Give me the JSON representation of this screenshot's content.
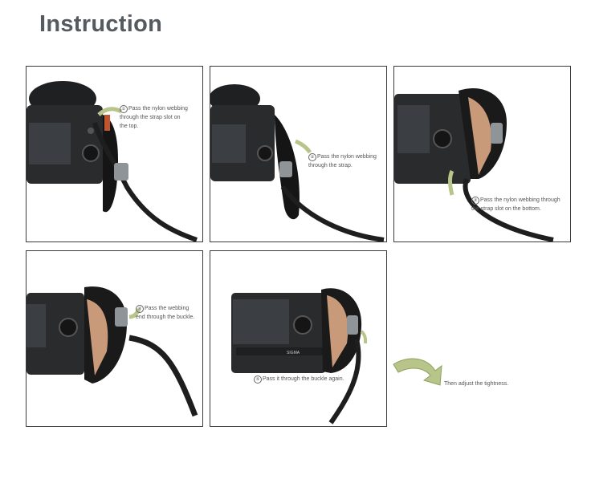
{
  "page": {
    "title": "Instruction"
  },
  "steps": [
    {
      "number": "①",
      "text": "Pass the nylon webbing through the strap slot on the top.",
      "lines": [
        "Pass the nylon webbing",
        "through the strap slot on",
        "the top."
      ]
    },
    {
      "number": "②",
      "text": "Pass the nylon webbing through the strap.",
      "lines": [
        "Pass the nylon webbing",
        "through the strap."
      ]
    },
    {
      "number": "③",
      "text": "Pass the nylon webbing through the strap slot on the bottom.",
      "lines": [
        "Pass the nylon webbing through",
        "the strap slot on the bottom."
      ]
    },
    {
      "number": "④",
      "text": "Pass the webbing end through the buckle.",
      "lines": [
        "Pass the webbing",
        "end through the buckle."
      ]
    },
    {
      "number": "⑤",
      "text": "Pass it through the buckle again.",
      "lines": [
        "Pass it through the buckle again."
      ]
    }
  ],
  "final": {
    "text": "Then adjust the tightness."
  },
  "camera": {
    "brand": "SIGMA"
  },
  "colors": {
    "arrow": "#b7c48a",
    "strap": "#1e1e1e",
    "leather": "#c99a7a",
    "accent": "#c2552e",
    "body": "#2a2b2d"
  }
}
